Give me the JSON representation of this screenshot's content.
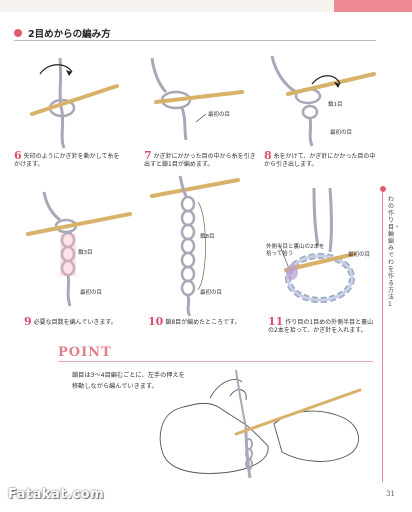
{
  "header": {
    "title": "2目めからの編み方"
  },
  "steps": [
    {
      "num": "6",
      "text": "矢印のようにかぎ針を動かして糸をかけます。"
    },
    {
      "num": "7",
      "text": "かぎ針にかかった目の中から糸を引き出すと鎖1目が編めます。",
      "labels": [
        "最初の目"
      ]
    },
    {
      "num": "8",
      "text": "糸をかけて、かぎ針にかかった目の中から引き出します。",
      "labels": [
        "鎖1目",
        "最初の目"
      ]
    },
    {
      "num": "9",
      "text": "必要な目数を編んでいきます。",
      "labels": [
        "鎖3目",
        "最初の目"
      ]
    },
    {
      "num": "10",
      "text": "鎖8目が編めたところです。",
      "labels": [
        "鎖8目",
        "最初の目"
      ]
    },
    {
      "num": "11",
      "text": "作り目の1目めの外側半目と裏山の2本を拾って、かぎ針を入れます。",
      "labels": [
        "最初の目",
        "外側半目と裏山の2本を拾って拾う"
      ]
    }
  ],
  "point": {
    "heading": "POINT",
    "text_line1": "鎖目は3〜4目編むごとに、左手の押えを",
    "text_line2": "移動しながら編んでいきます。"
  },
  "side_tab": {
    "text": "わの作り目・輪編みでわを作る方法1"
  },
  "footer": {
    "page": "31",
    "watermark": "Fatakat.com"
  },
  "colors": {
    "accent": "#e35a6c",
    "hook": "#e7c88a",
    "yarn": "#a8a8b8",
    "pink_bar": "#f08a92"
  }
}
